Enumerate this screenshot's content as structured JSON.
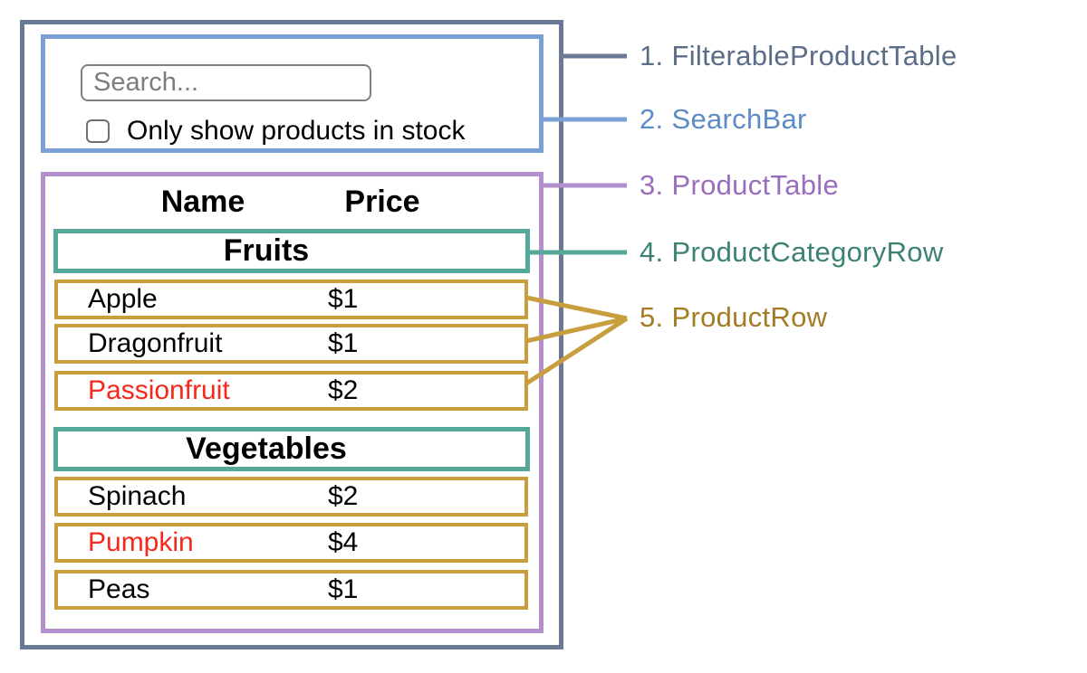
{
  "search": {
    "placeholder": "Search...",
    "checkbox_label": "Only show products in stock",
    "checkbox_checked": false
  },
  "table": {
    "headers": {
      "name": "Name",
      "price": "Price"
    },
    "sections": [
      {
        "category": "Fruits",
        "rows": [
          {
            "name": "Apple",
            "price": "$1",
            "name_color": "#000000"
          },
          {
            "name": "Dragonfruit",
            "price": "$1",
            "name_color": "#000000"
          },
          {
            "name": "Passionfruit",
            "price": "$2",
            "name_color": "#f5281c"
          }
        ]
      },
      {
        "category": "Vegetables",
        "rows": [
          {
            "name": "Spinach",
            "price": "$2",
            "name_color": "#000000"
          },
          {
            "name": "Pumpkin",
            "price": "$4",
            "name_color": "#f5281c"
          },
          {
            "name": "Peas",
            "price": "$1",
            "name_color": "#000000"
          }
        ]
      }
    ]
  },
  "legend": {
    "items": [
      {
        "number": "1.",
        "name": "FilterableProductTable",
        "color": "#5b6c86"
      },
      {
        "number": "2.",
        "name": "SearchBar",
        "color": "#5d8bc6"
      },
      {
        "number": "3.",
        "name": "ProductTable",
        "color": "#9b6dbd"
      },
      {
        "number": "4.",
        "name": "ProductCategoryRow",
        "color": "#3c8274"
      },
      {
        "number": "5.",
        "name": "ProductRow",
        "color": "#a37c24"
      }
    ]
  },
  "colors": {
    "outline_filterable_product_table": "#6b7a94",
    "outline_search_bar": "#7aa0d5",
    "outline_product_table": "#b48fce",
    "outline_product_category_row": "#55a79a",
    "outline_product_row": "#c89e3e",
    "out_of_stock_text": "#f5281c"
  }
}
